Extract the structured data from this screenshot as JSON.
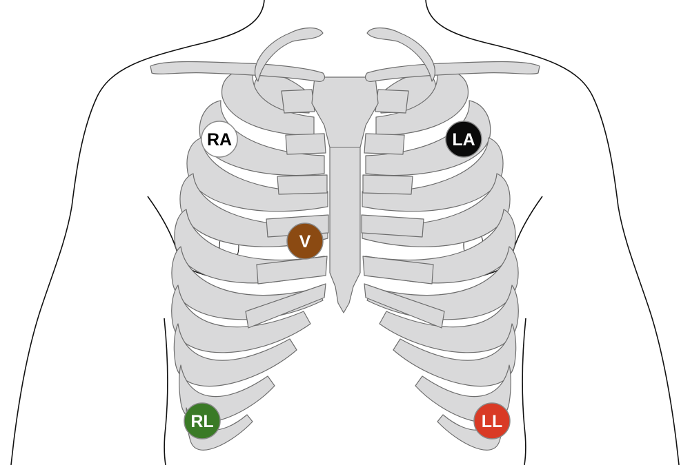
{
  "colors": {
    "background": "#ffffff",
    "bone_fill": "#d9d9da",
    "bone_stroke": "#6d6d6d",
    "body_outline": "#111111"
  },
  "electrodes": [
    {
      "id": "ra",
      "label": "RA",
      "fill": "#ffffff",
      "text_color": "#000000",
      "ring": "#8a8a8a"
    },
    {
      "id": "la",
      "label": "LA",
      "fill": "#0a0a0a",
      "text_color": "#ffffff",
      "ring": "#8a8a8a"
    },
    {
      "id": "v",
      "label": "V",
      "fill": "#8b4a12",
      "text_color": "#ffffff",
      "ring": "#8a8a8a"
    },
    {
      "id": "rl",
      "label": "RL",
      "fill": "#3a7a26",
      "text_color": "#ffffff",
      "ring": "#8a8a8a"
    },
    {
      "id": "ll",
      "label": "LL",
      "fill": "#d93a25",
      "text_color": "#ffffff",
      "ring": "#8a8a8a"
    }
  ]
}
